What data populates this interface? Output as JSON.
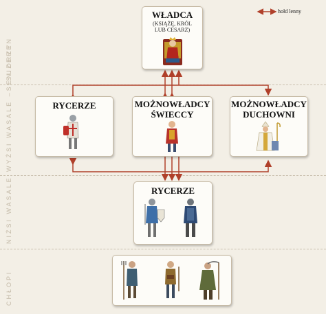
{
  "legend": {
    "label": "hołd lenny"
  },
  "side_labels": {
    "upper": "SUZEREN",
    "middle": "WYŻSI WASALE –SENIORZY",
    "lower": "NIŻSI WASALE",
    "bottom": "CHŁOPI"
  },
  "ruler": {
    "title": "WŁADCA",
    "subtitle_1": "(KSIĄŻĘ, KRÓL",
    "subtitle_2": "LUB CESARZ)"
  },
  "upper_vassals": [
    {
      "line1": "RYCERZE",
      "line2": ""
    },
    {
      "line1": "MOŻNOWŁADCY",
      "line2": "ŚWIECCY"
    },
    {
      "line1": "MOŻNOWŁADCY",
      "line2": "DUCHOWNI"
    }
  ],
  "lower_vassals": {
    "title": "RYCERZE"
  },
  "colors": {
    "arrow": "#b0402a",
    "box_border": "#c7bba6",
    "background": "#f3efe6"
  }
}
